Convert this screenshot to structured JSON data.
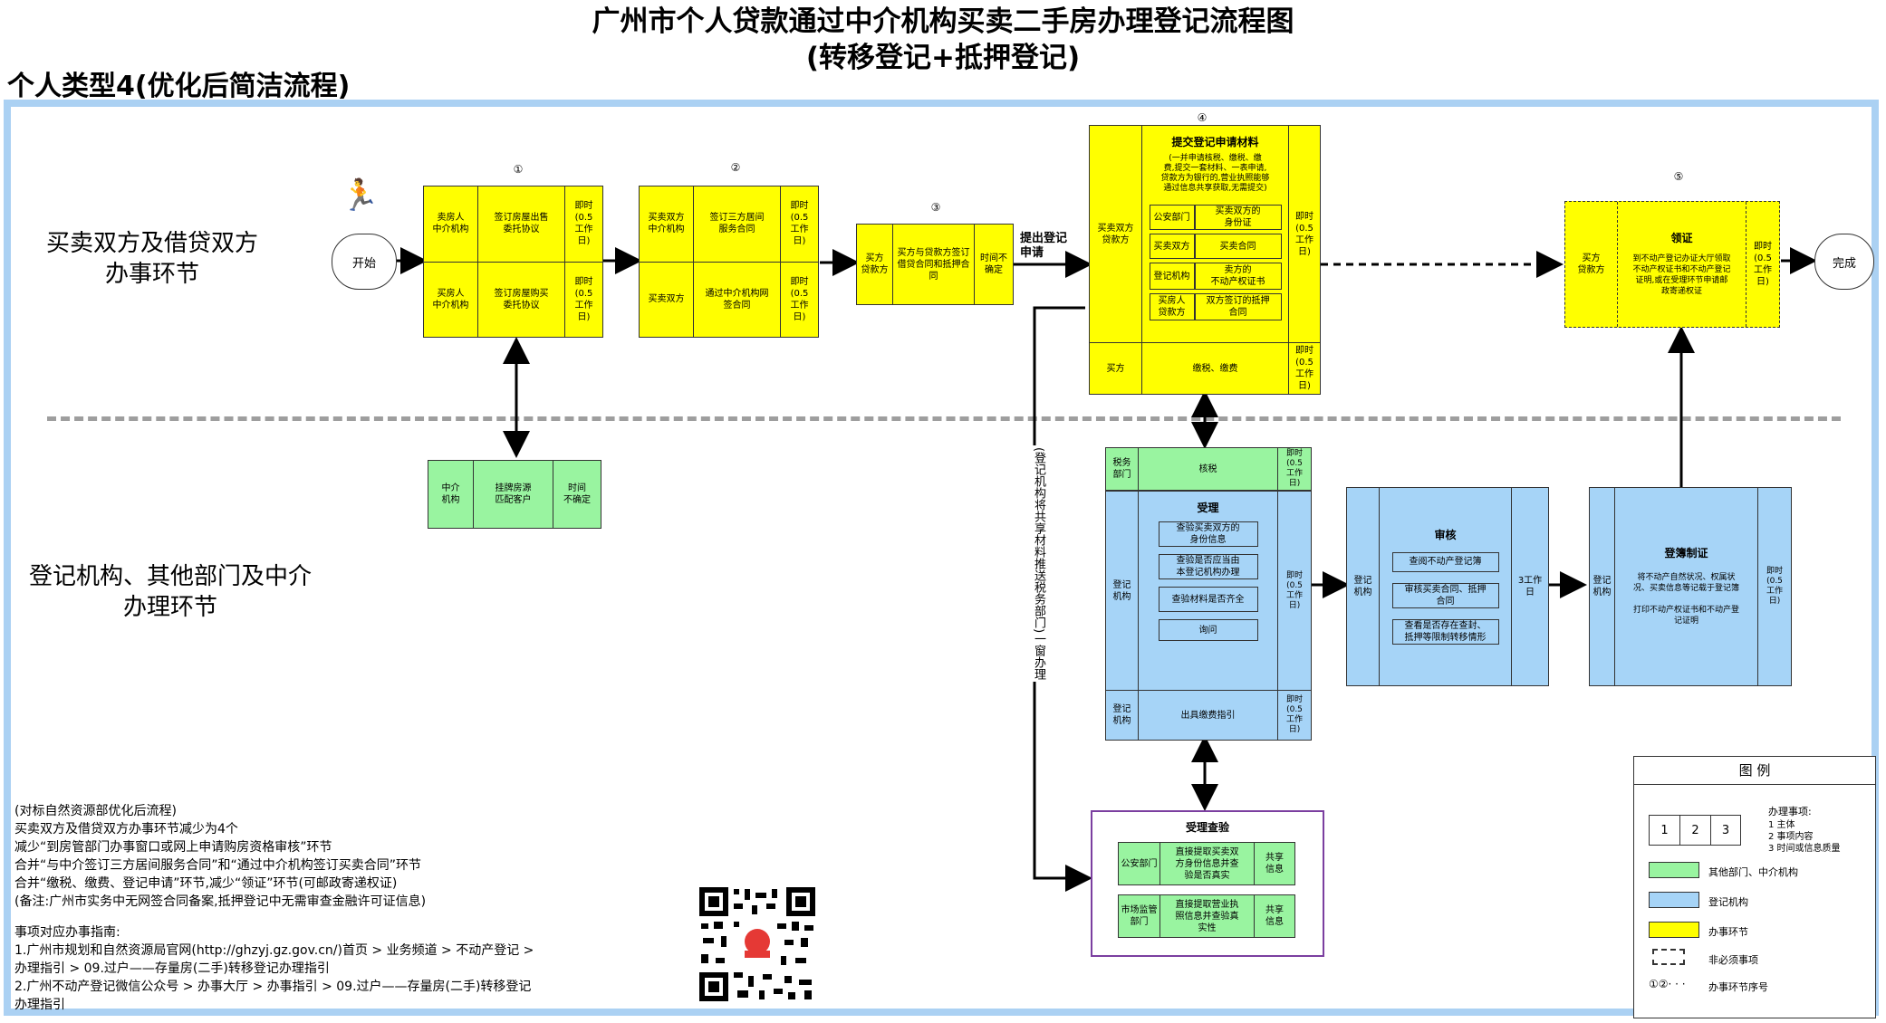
{
  "title_line1": "广州市个人贷款通过中介机构买卖二手房办理登记流程图",
  "title_line2": "(转移登记+抵押登记)",
  "subtitle": "个人类型4(优化后简洁流程)",
  "lanes": {
    "top": "买卖双方及借贷双方\n办事环节",
    "bottom": "登记机构、其他部门及中介\n办理环节"
  },
  "start": "开始",
  "end": "完成",
  "step_numbers": [
    "①",
    "②",
    "③",
    "④",
    "⑤"
  ],
  "step1": {
    "rows": [
      {
        "actor": "卖房人\n中介机构",
        "task": "签订房屋出售\n委托协议",
        "time": "即时\n(0.5\n工作\n日)"
      },
      {
        "actor": "买房人\n中介机构",
        "task": "签订房屋购买\n委托协议",
        "time": "即时\n(0.5\n工作\n日)"
      }
    ]
  },
  "step2": {
    "rows": [
      {
        "actor": "买卖双方\n中介机构",
        "task": "签订三方居间\n服务合同",
        "time": "即时\n(0.5\n工作\n日)"
      },
      {
        "actor": "买卖双方",
        "task": "通过中介机构网\n签合同",
        "time": "即时\n(0.5\n工作\n日)"
      }
    ]
  },
  "step3": {
    "actor": "买方\n贷款方",
    "task": "买方与贷款方签订\n借贷合同和抵押合\n同",
    "time": "时间不\n确定"
  },
  "arrow_label_submit": "提出登记\n申请",
  "step4": {
    "actor": "买卖双方\n贷款方",
    "heading": "提交登记申请材料",
    "note": "(一并申请核税、缴税、缴\n费,提交一套材料、一表申请,\n贷款方为银行的,营业执照能够\n通过信息共享获取,无需提交)",
    "items": [
      {
        "org": "公安部门",
        "doc": "买卖双方的\n身份证"
      },
      {
        "org": "买卖双方",
        "doc": "买卖合同"
      },
      {
        "org": "登记机构",
        "doc": "卖方的\n不动产权证书"
      },
      {
        "org": "买房人\n贷款方",
        "doc": "双方签订的抵押\n合同"
      }
    ],
    "time": "即时\n(0.5\n工作\n日)",
    "pay_actor": "买方",
    "pay_task": "缴税、缴费",
    "pay_time": "即时\n(0.5\n工作\n日)"
  },
  "step5": {
    "actor": "买方\n贷款方",
    "heading": "领证",
    "text": "到不动产登记办证大厅领取\n不动产权证书和不动产登记\n证明,或在受理环节申请邮\n政寄递权证",
    "time": "即时\n(0.5\n工作\n日)"
  },
  "agency": {
    "actor": "中介\n机构",
    "task": "挂牌房源\n匹配客户",
    "time": "时间\n不确定"
  },
  "vertical_note": "(登记机构将共享材料推送税务部门)一窗办理",
  "tax": {
    "actor": "税务\n部门",
    "task": "核税",
    "time": "即时\n(0.5\n工作\n日)"
  },
  "accept": {
    "actor": "登记\n机构",
    "heading": "受理",
    "items": [
      "查验买卖双方的\n身份信息",
      "查验是否应当由\n本登记机构办理",
      "查验材料是否齐全",
      "询问"
    ],
    "time": "即时\n(0.5\n工作\n日)",
    "fee_actor": "登记\n机构",
    "fee_task": "出具缴费指引",
    "fee_time": "即时\n(0.5\n工作\n日)"
  },
  "review": {
    "actor": "登记\n机构",
    "heading": "审核",
    "items": [
      "查阅不动产登记簿",
      "审核买卖合同、抵押\n合同",
      "查看是否存在查封、\n抵押等限制转移情形"
    ],
    "time": "3工作\n日"
  },
  "register": {
    "actor": "登记\n机构",
    "heading": "登簿制证",
    "text1": "将不动产自然状况、权属状\n况、买卖信息等记载于登记簿",
    "text2": "打印不动产权证书和不动产登\n记证明",
    "time": "即时\n(0.5\n工作\n日)"
  },
  "verify": {
    "heading": "受理查验",
    "rows": [
      {
        "org": "公安部门",
        "task": "直接提取买卖双\n方身份信息并查\n验是否真实",
        "type": "共享\n信息"
      },
      {
        "org": "市场监管\n部门",
        "task": "直接提取营业执\n照信息并查验真\n实性",
        "type": "共享\n信息"
      }
    ]
  },
  "notes": [
    "(对标自然资源部优化后流程)",
    "买卖双方及借贷双方办事环节减少为4个",
    "减少“到房管部门办事窗口或网上申请购房资格审核”环节",
    "合并“与中介签订三方居间服务合同”和“通过中介机构签订买卖合同”环节",
    "合并“缴税、缴费、登记申请”环节,减少“领证”环节(可邮政寄递权证)",
    "(备注:广州市实务中无网签合同备案,抵押登记中无需审查金融许可证信息)"
  ],
  "guide_title": "事项对应办事指南:",
  "guide": [
    "1.广州市规划和自然资源局官网(http://ghzyj.gz.gov.cn/)首页 > 业务频道 > 不动产登记 >",
    "办理指引 > 09.过户——存量房(二手)转移登记办理指引",
    "2.广州不动产登记微信公众号 > 办事大厅 > 办事指引 > 09.过户——存量房(二手)转移登记",
    "办理指引"
  ],
  "legend": {
    "title": "图    例",
    "items_title": "办理事项:",
    "items": [
      "1 主体",
      "2 事项内容",
      "3 时间或信息质量"
    ],
    "cells": [
      "1",
      "2",
      "3"
    ],
    "green": "其他部门、中介机构",
    "blue": "登记机构",
    "yellow": "办事环节",
    "dashed": "非必须事项",
    "seq_symbol": "①②· · ·",
    "seq": "办事环节序号"
  },
  "colors": {
    "yellow": "#ffff00",
    "green": "#99f4a0",
    "blue": "#a6d4f7",
    "frame": "#abd1f3",
    "purple": "#7b3fa0"
  }
}
